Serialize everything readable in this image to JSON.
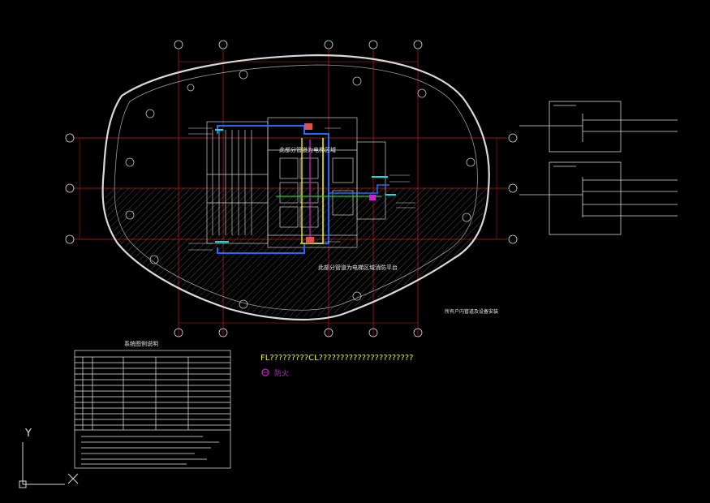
{
  "colors": {
    "background": "#000000",
    "grid_red": "#c81e1e",
    "wall_white": "#d9d9d9",
    "pipe_blue": "#1e6bff",
    "pipe_yellow": "#f2f200",
    "pipe_cyan": "#00e5e5",
    "pipe_green": "#1ed31e",
    "magenta": "#cc22cc",
    "table_line": "#e8e8e8"
  },
  "labels": {
    "fl_cl_line": "FL?????????CL??????????????????????",
    "legend_item": "防火",
    "table_title": "系统图例说明",
    "note_right": "所有户内管道及设备安装",
    "note_upper": "此部分管道为电梯区域",
    "note_lower": "此部分管道为电梯区域消防平台"
  },
  "ucs_icon": {
    "y_label": "Y"
  }
}
